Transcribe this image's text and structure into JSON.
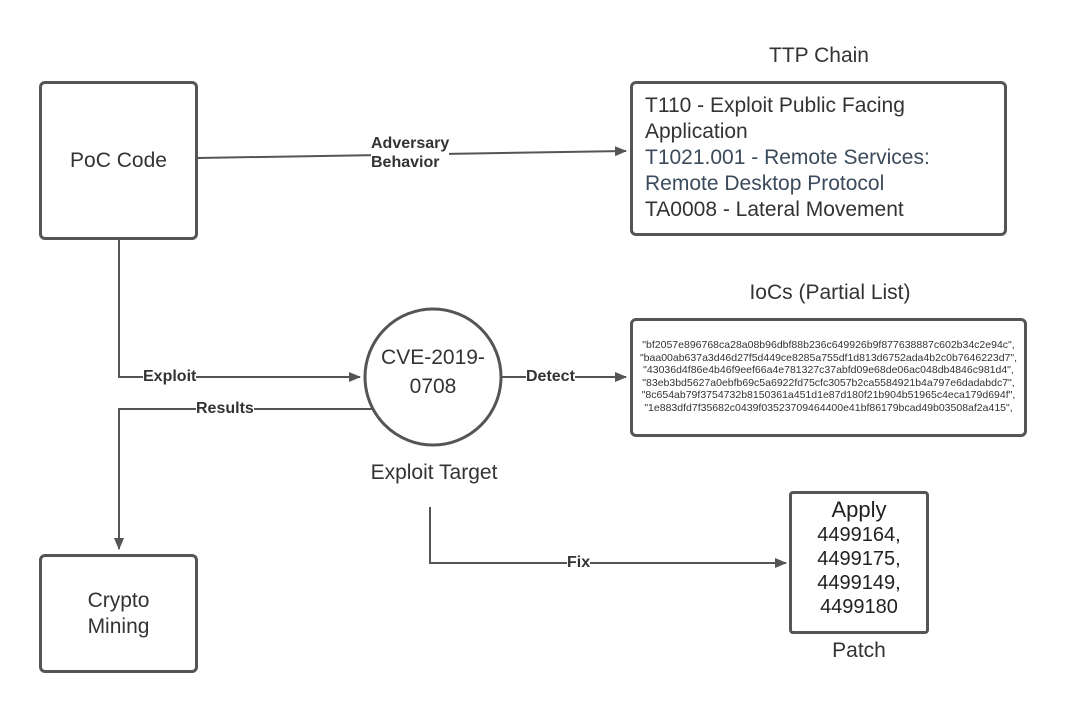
{
  "nodes": {
    "poc": {
      "label": "PoC Code"
    },
    "crypto": {
      "label": "Crypto Mining"
    },
    "cve": {
      "label_line1": "CVE-2019-",
      "label_line2": "0708",
      "caption": "Exploit Target"
    },
    "ttp": {
      "title": "TTP Chain",
      "lines": [
        "T110 - Exploit Public Facing",
        "Application",
        "T1021.001 - Remote Services:",
        "Remote Desktop Protocol",
        "TA0008 - Lateral Movement"
      ]
    },
    "iocs": {
      "title": "IoCs (Partial List)",
      "hashes": [
        "\"bf2057e896768ca28a08b96dbf88b236c649926b9f877638887c602b34c2e94c\",",
        "\"baa00ab637a3d46d27f5d449ce8285a755df1d813d6752ada4b2c0b7646223d7\",",
        "\"43036d4f86e4b46f9eef66a4e781327c37abfd09e68de06ac048db4846c981d4\",",
        "\"83eb3bd5627a0ebfb69c5a6922fd75cfc3057b2ca5584921b4a797e6dadabdc7\",",
        "\"8c654ab79f3754732b8150361a451d1e87d180f21b904b51965c4eca179d694f\",",
        "\"1e883dfd7f35682c0439f03523709464400e41bf86179bcad49b03508af2a415\","
      ]
    },
    "patch": {
      "lines": [
        "Apply",
        "4499164,",
        "4499175,",
        "4499149,",
        "4499180"
      ],
      "caption": "Patch"
    }
  },
  "edges": {
    "adversary": {
      "line1": "Adversary",
      "line2": "Behavior"
    },
    "exploit": {
      "label": "Exploit"
    },
    "results": {
      "label": "Results"
    },
    "detect": {
      "label": "Detect"
    },
    "fix": {
      "label": "Fix"
    }
  },
  "colors": {
    "stroke": "#555555",
    "text": "#333333"
  }
}
